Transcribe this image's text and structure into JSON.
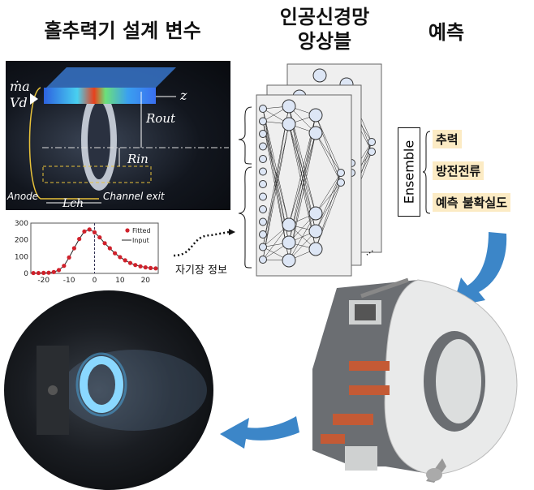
{
  "titles": {
    "design_variables": "홀추력기 설계 변수",
    "ann_line1": "인공신경망",
    "ann_line2": "앙상블",
    "prediction": "예측"
  },
  "thruster_schematic": {
    "mass_flow": "ṁa",
    "voltage": "Vd",
    "axis": "z",
    "r_out": "Rout",
    "r_in": "Rin",
    "anode": "Anode",
    "channel_exit": "Channel exit",
    "channel_length": "Lch"
  },
  "magnetic_label": "자기장 정보",
  "ensemble": {
    "label": "Ensemble",
    "outputs": [
      "추력",
      "방전전류",
      "예측 불확실도"
    ],
    "ellipsis": "..."
  },
  "colors": {
    "arrow_blue": "#3c86c8",
    "highlight": "#fcebc4",
    "fitted": "#d0212b"
  },
  "chart_data": {
    "type": "scatter",
    "xlim": [
      -25,
      25
    ],
    "ylim": [
      0,
      300
    ],
    "xticks": [
      "-20",
      "-10",
      "0",
      "10",
      "20"
    ],
    "yticks": [
      "0",
      "100",
      "200",
      "300"
    ],
    "legend_position": "top-right",
    "series": [
      {
        "name": "Fitted",
        "style": "points",
        "x": [
          -24,
          -22,
          -20,
          -18,
          -16,
          -14,
          -12,
          -10,
          -8,
          -6,
          -4,
          -2,
          0,
          2,
          4,
          6,
          8,
          10,
          12,
          14,
          16,
          18,
          20,
          22,
          24
        ],
        "y": [
          2,
          2,
          3,
          4,
          8,
          20,
          45,
          95,
          150,
          205,
          250,
          262,
          245,
          215,
          180,
          150,
          120,
          97,
          78,
          62,
          50,
          42,
          36,
          32,
          30
        ]
      },
      {
        "name": "Input",
        "style": "line",
        "x": [
          -24,
          -22,
          -20,
          -18,
          -16,
          -14,
          -12,
          -10,
          -8,
          -6,
          -4,
          -2,
          0,
          2,
          4,
          6,
          8,
          10,
          12,
          14,
          16,
          18,
          20,
          22,
          24
        ],
        "y": [
          2,
          2,
          3,
          4,
          8,
          20,
          45,
          95,
          150,
          205,
          250,
          262,
          245,
          215,
          180,
          150,
          120,
          97,
          78,
          62,
          50,
          42,
          36,
          32,
          30
        ]
      }
    ]
  }
}
